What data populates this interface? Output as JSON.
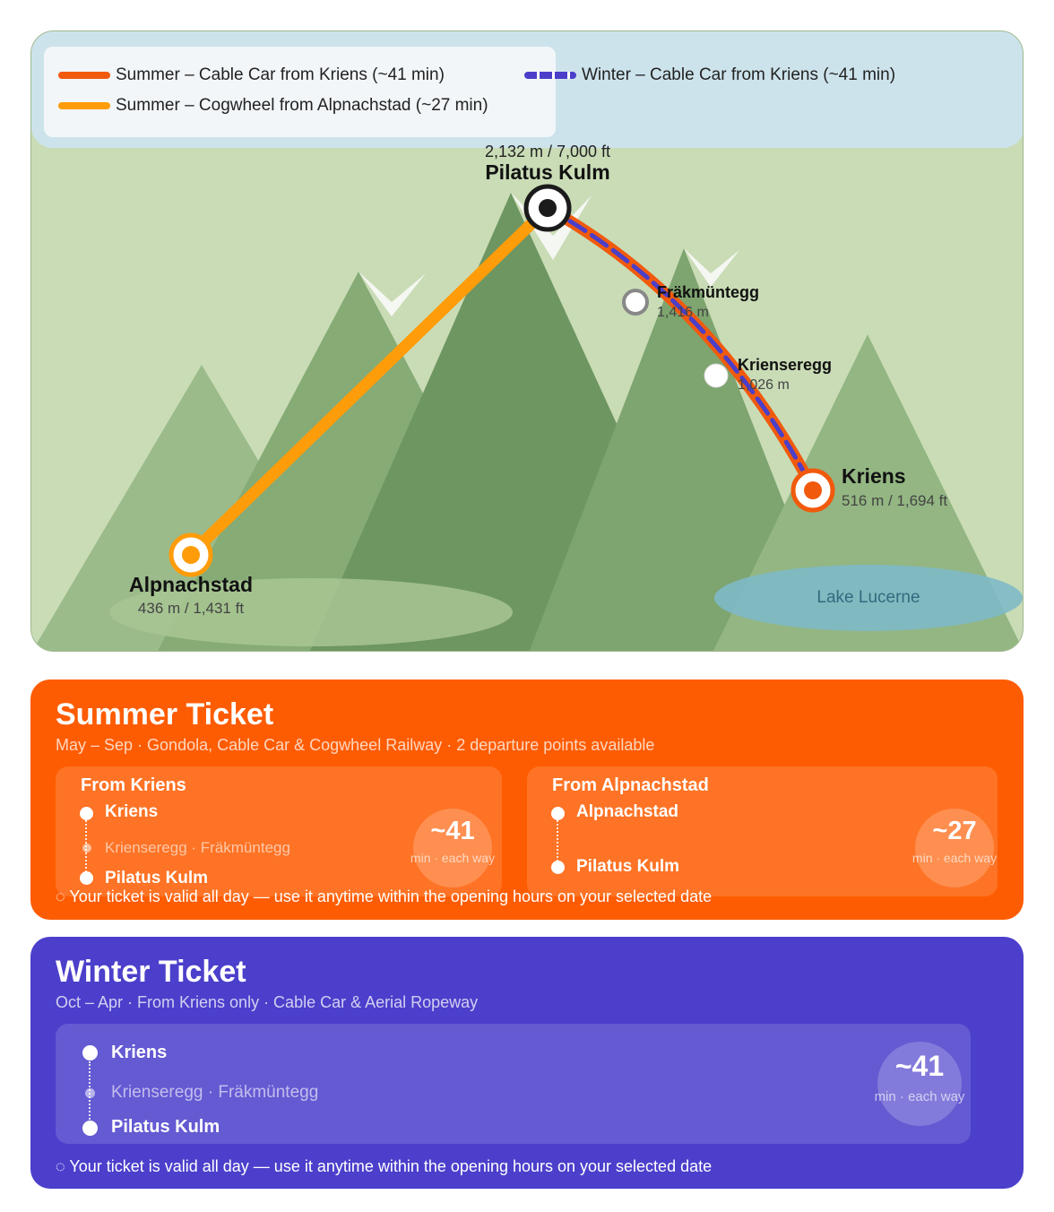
{
  "legend": {
    "summer_cable_car": "Summer – Cable Car from Kriens (~41 min)",
    "summer_cogwheel": "Summer – Cogwheel from Alpnachstad (~27 min)",
    "winter_cable_car": "Winter – Cable Car from Kriens (~41 min)"
  },
  "stations": {
    "summit_name": "Pilatus Kulm",
    "summit_elev": "2,132 m / 7,000 ft",
    "fraek_name": "Fräkmüntegg",
    "fraek_elev": "1,416 m",
    "krienseregg_name": "Krienseregg",
    "krienseregg_elev": "1,026 m",
    "kriens_name": "Kriens",
    "kriens_elev": "516 m / 1,694 ft",
    "alpnach_name": "Alpnachstad",
    "alpnach_elev": "436 m / 1,431 ft",
    "lake": "Lake Lucerne"
  },
  "colors": {
    "summer_cable": "#f15a0c",
    "summer_cog": "#ff9c0a",
    "winter": "#4b3fc9",
    "summer_card": "#fe5c02",
    "winter_card": "#4b3fcb"
  },
  "summer": {
    "title": "Summer Ticket",
    "subtitle": "May – Sep · Gondola, Cable Car & Cogwheel Railway · 2 departure points available",
    "panel1": {
      "title": "From Kriens",
      "start": "Kriens",
      "mid": "Krienseregg · Fräkmüntegg",
      "end": "Pilatus Kulm",
      "duration": "~41",
      "unit": "min · each way"
    },
    "panel2": {
      "title": "From Alpnachstad",
      "start": "Alpnachstad",
      "end": "Pilatus Kulm",
      "duration": "~27",
      "unit": "min · each way"
    },
    "valid": "◌ Your ticket is valid all day — use it anytime within the opening hours on your selected date"
  },
  "winter": {
    "title": "Winter Ticket",
    "subtitle": "Oct – Apr · From Kriens only · Cable Car & Aerial Ropeway",
    "start": "Kriens",
    "mid": "Krienseregg · Fräkmüntegg",
    "end": "Pilatus Kulm",
    "duration": "~41",
    "unit": "min · each way",
    "valid": "◌ Your ticket is valid all day — use it anytime within the opening hours on your selected date"
  }
}
